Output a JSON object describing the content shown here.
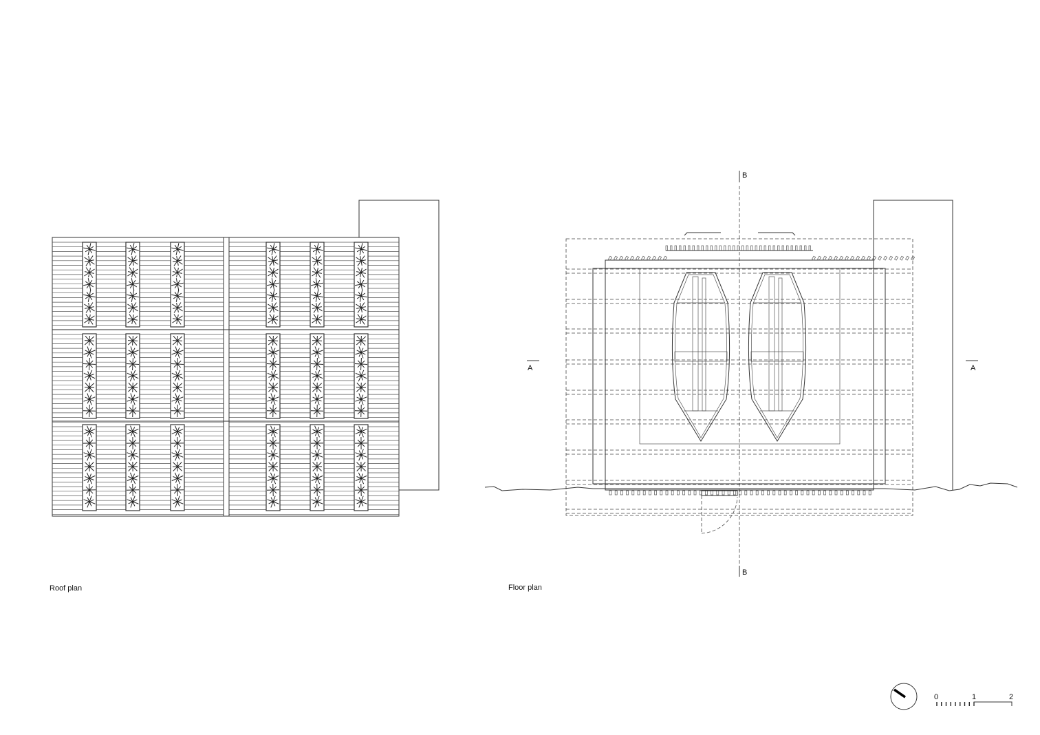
{
  "drawings": {
    "roof_plan": {
      "label": "Roof plan"
    },
    "floor_plan": {
      "label": "Floor plan"
    }
  },
  "section_marks": {
    "a_left": "A",
    "a_right": "A",
    "b_top": "B",
    "b_bottom": "B"
  },
  "scale_bar": {
    "ticks": [
      "0",
      "1",
      "2"
    ]
  },
  "north_arrow": {
    "icon": "north-arrow-icon"
  }
}
